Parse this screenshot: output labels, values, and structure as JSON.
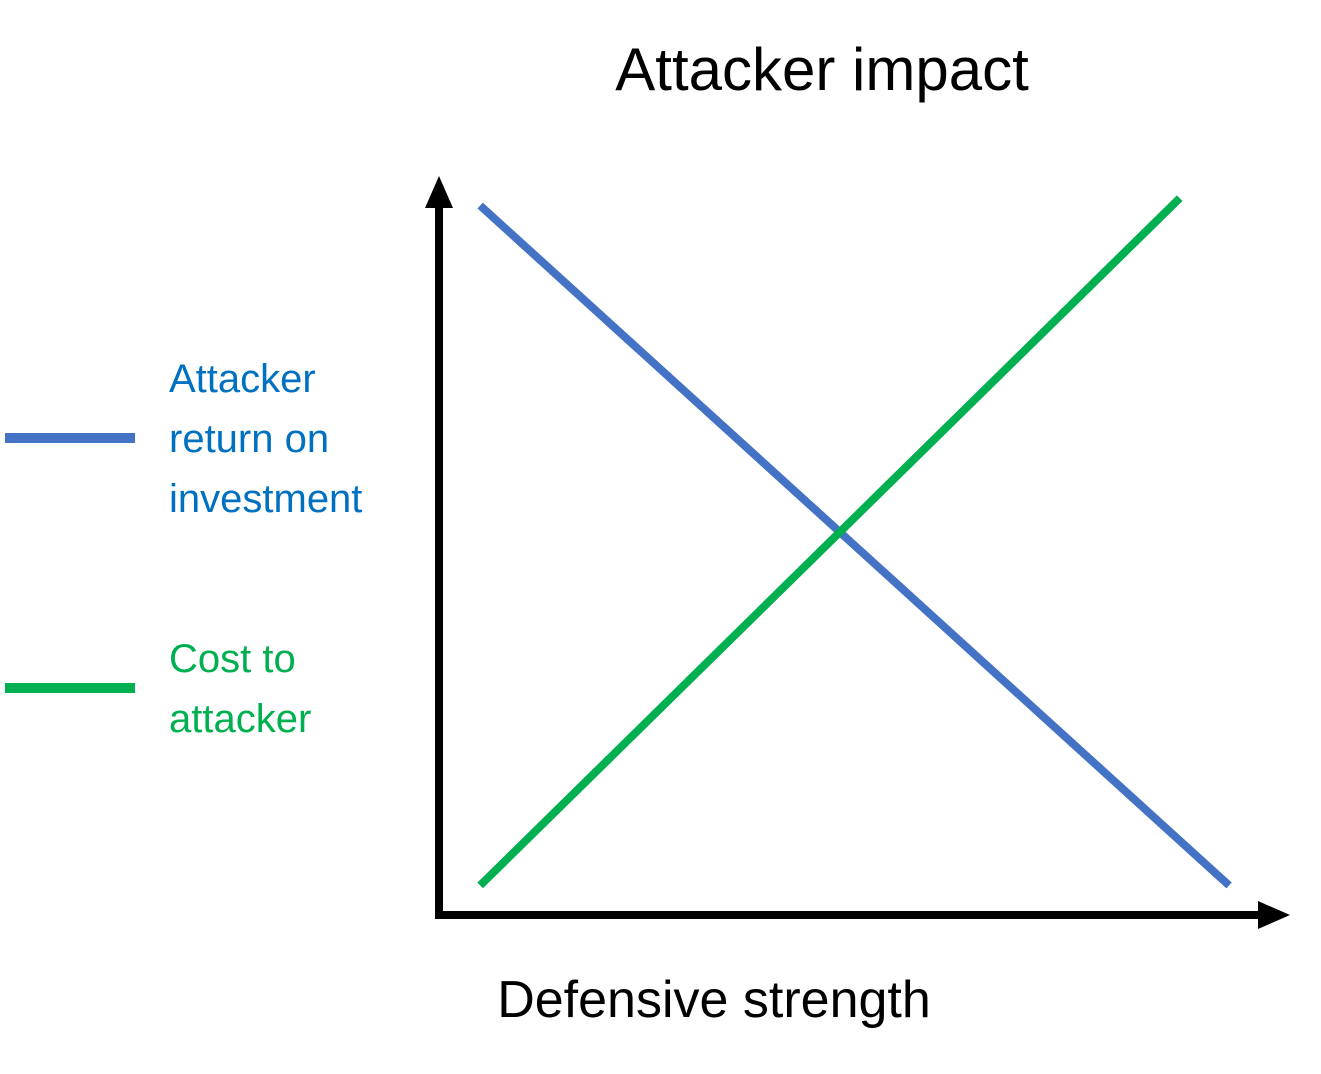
{
  "chart_data": {
    "type": "line",
    "title": "Attacker impact",
    "xlabel": "Defensive strength",
    "ylabel": "",
    "xlim": [
      0,
      100
    ],
    "ylim": [
      0,
      100
    ],
    "grid": false,
    "legend_position": "left",
    "series": [
      {
        "name": "Attacker return on investment",
        "label_lines": [
          "Attacker",
          "return on",
          "investment"
        ],
        "color": "#4472C4",
        "label_color": "#0070C0",
        "x": [
          5,
          96
        ],
        "y": [
          96,
          4
        ]
      },
      {
        "name": "Cost to attacker",
        "label_lines": [
          "Cost to",
          "attacker"
        ],
        "color": "#00B050",
        "label_color": "#00B050",
        "x": [
          5,
          90
        ],
        "y": [
          4,
          97
        ]
      }
    ]
  }
}
